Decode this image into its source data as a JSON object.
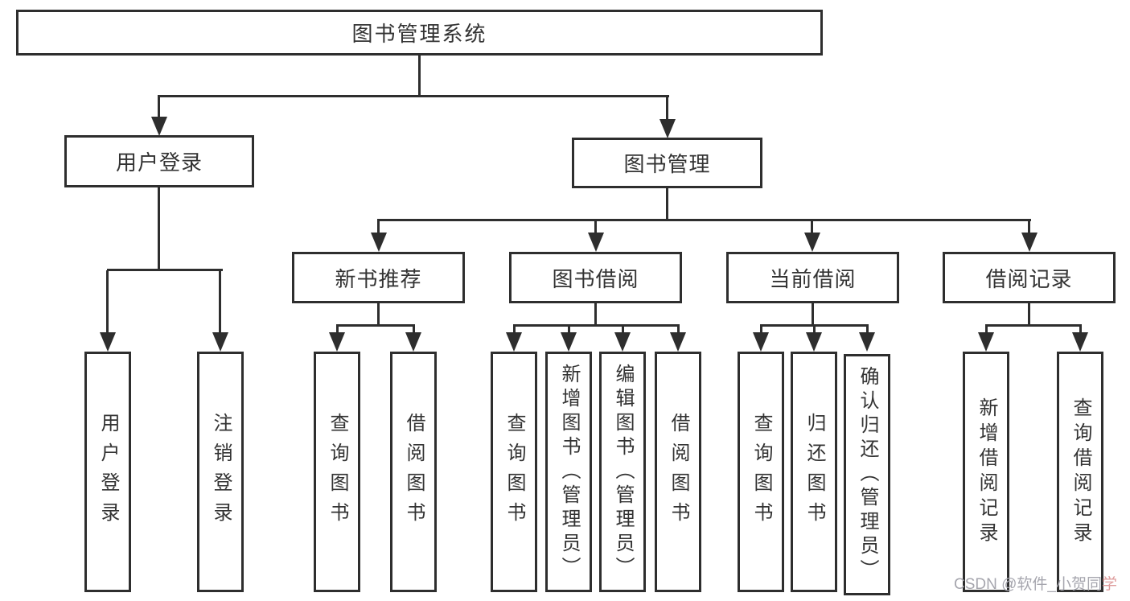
{
  "diagram": {
    "root": {
      "label": "图书管理系统"
    },
    "branches": [
      {
        "label": "用户登录",
        "children": [
          {
            "label": "用户登录"
          },
          {
            "label": "注销登录"
          }
        ]
      },
      {
        "label": "图书管理",
        "children": [
          {
            "label": "新书推荐",
            "children": [
              {
                "label": "查询图书"
              },
              {
                "label": "借阅图书"
              }
            ]
          },
          {
            "label": "图书借阅",
            "children": [
              {
                "label": "查询图书"
              },
              {
                "label": "新增图书（管理员）"
              },
              {
                "label": "编辑图书（管理员）"
              },
              {
                "label": "借阅图书"
              }
            ]
          },
          {
            "label": "当前借阅",
            "children": [
              {
                "label": "查询图书"
              },
              {
                "label": "归还图书"
              },
              {
                "label": "确认归还（管理员）"
              }
            ]
          },
          {
            "label": "借阅记录",
            "children": [
              {
                "label": "新增借阅记录"
              },
              {
                "label": "查询借阅记录"
              }
            ]
          }
        ]
      }
    ]
  },
  "watermark": {
    "prefix": "CSDN @软件_小贺同",
    "accent": "学"
  },
  "colors": {
    "line": "#2e2e2e",
    "text": "#333333",
    "background": "#ffffff",
    "watermark": "#a6a6ae",
    "watermark_accent": "#de9c9c"
  }
}
